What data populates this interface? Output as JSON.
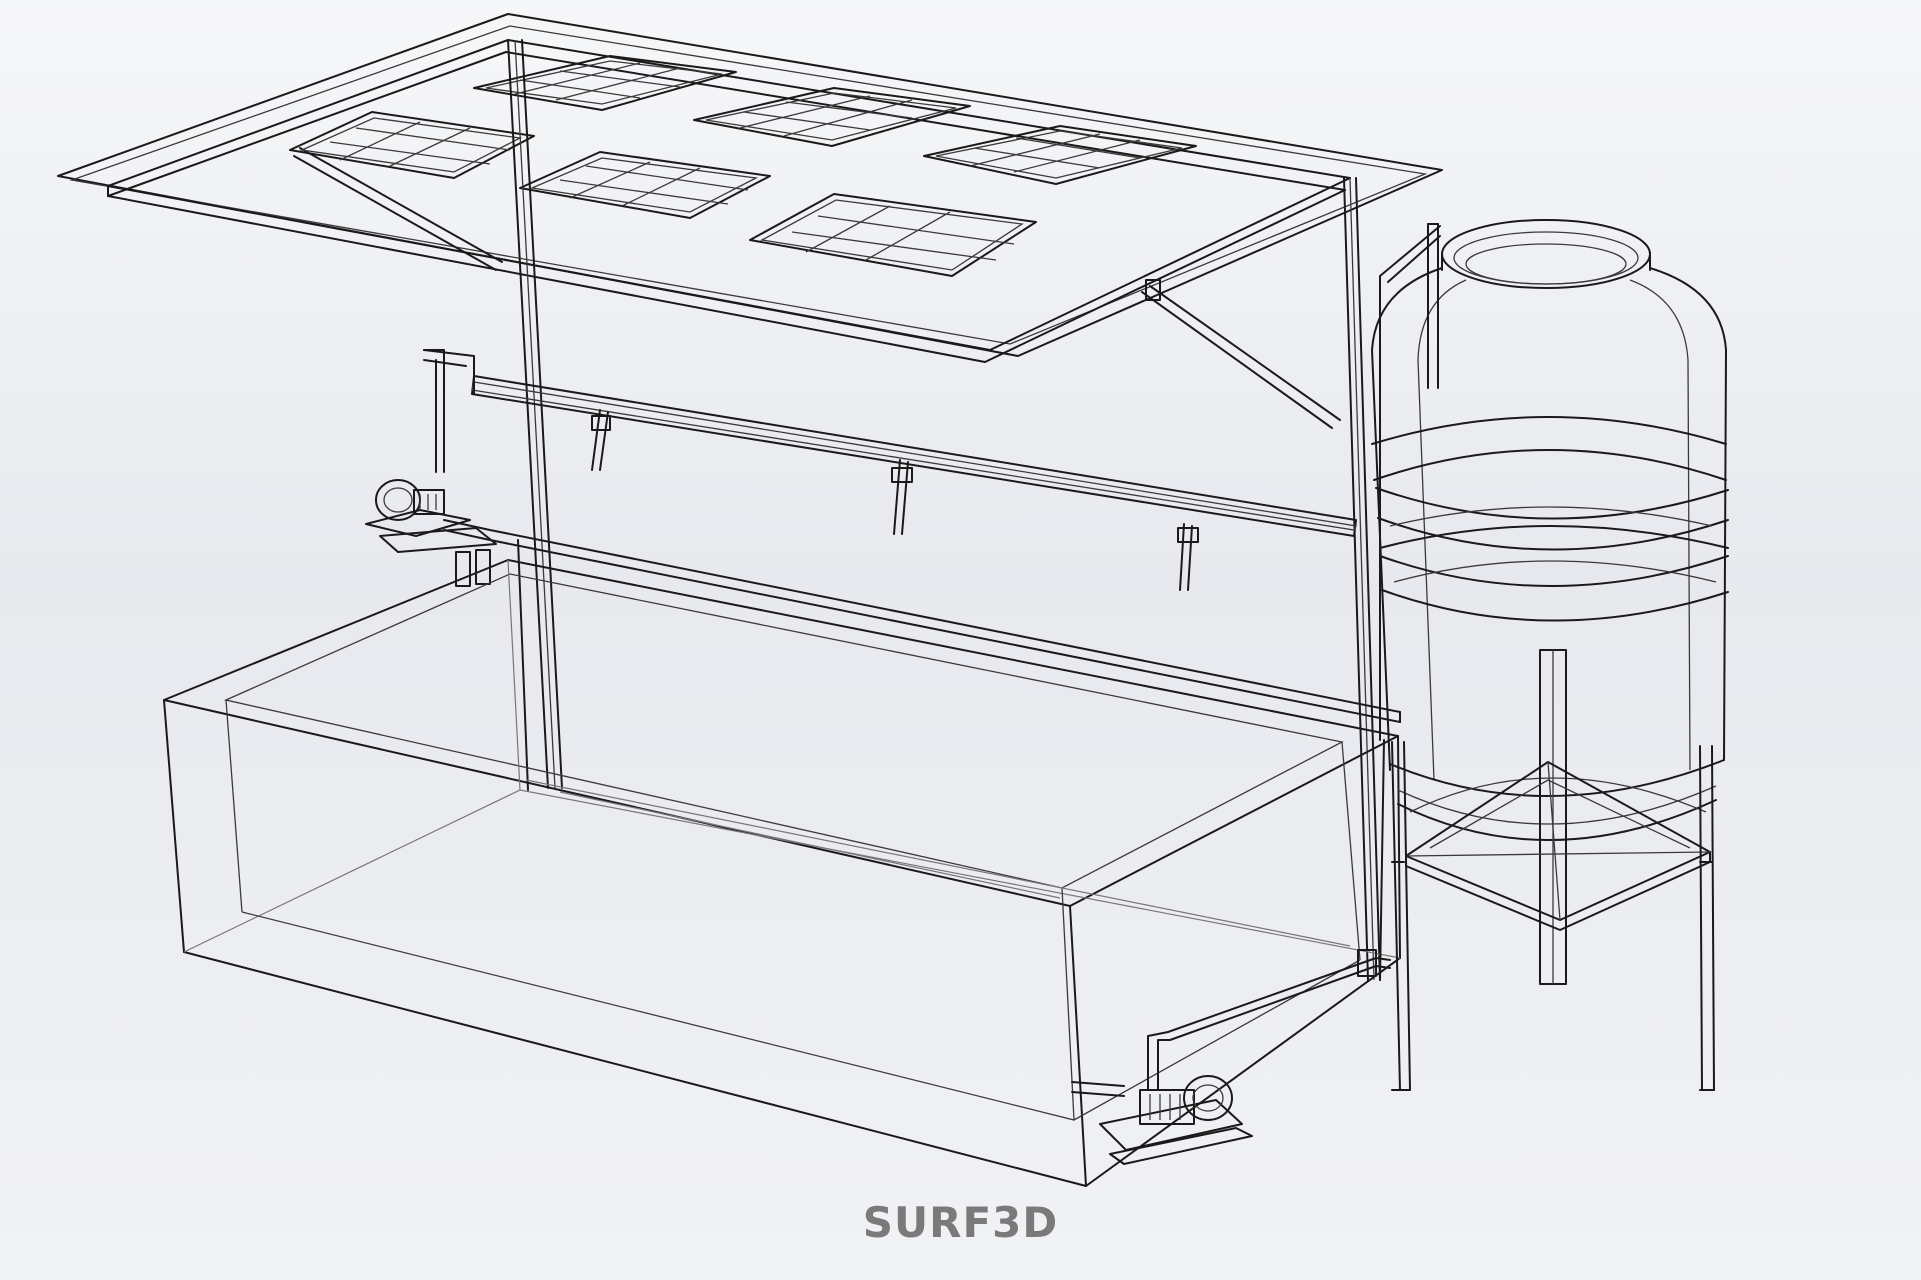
{
  "watermark": {
    "text": "SURF3D",
    "color": "#7a7a7a"
  },
  "colors": {
    "background_top": "#f6f7f9",
    "background_mid": "#e7e9ee",
    "line": "#1a1a1a"
  },
  "drawing": {
    "style": "wireframe",
    "components": [
      "roof-frame",
      "solar-panel",
      "solar-panel",
      "solar-panel",
      "solar-panel",
      "solar-panel",
      "solar-panel",
      "support-column",
      "spray-manifold",
      "spray-nozzle",
      "spray-nozzle",
      "spray-nozzle",
      "upper-pump",
      "water-basin",
      "lower-pump",
      "storage-tank",
      "tank-stand"
    ]
  }
}
